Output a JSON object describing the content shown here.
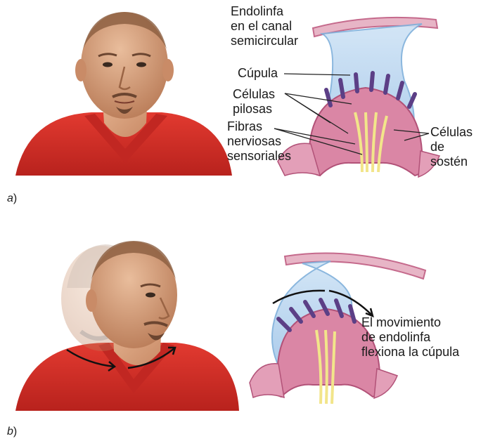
{
  "panels": {
    "a": {
      "letter": "a",
      "close": ")",
      "labels": {
        "endolymph": "Endolinfa\nen el canal\nsemicircular",
        "cupula": "Cúpula",
        "hair_cells": "Células\npilosas",
        "nerve_fibers": "Fibras\nnerviosas\nsensoriales",
        "support_cells": "Células\nde\nsostén"
      }
    },
    "b": {
      "letter": "b",
      "close": ")",
      "labels": {
        "movement": "El movimiento\nde endolinfa\nflexiona la cúpula"
      }
    }
  },
  "colors": {
    "shirt": "#d8302a",
    "skin": "#d9a27f",
    "endolymph": "#aecfec",
    "cell_pink": "#d6799b",
    "hair_purple": "#5c3f86",
    "nerve_yellow": "#f2e58a"
  }
}
